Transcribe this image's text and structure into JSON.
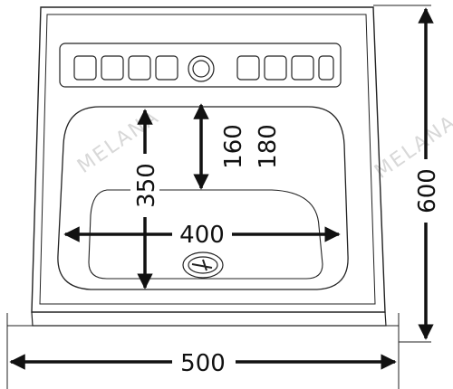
{
  "dimensions": {
    "overall_width": "500",
    "overall_depth": "600",
    "bowl_width": "400",
    "bowl_length": "350",
    "bowl_depth_min": "160",
    "bowl_depth_max": "180"
  },
  "watermark": "MELANA",
  "colors": {
    "line": "#222222",
    "arrow": "#111111",
    "watermark": "#d8d8d8"
  }
}
